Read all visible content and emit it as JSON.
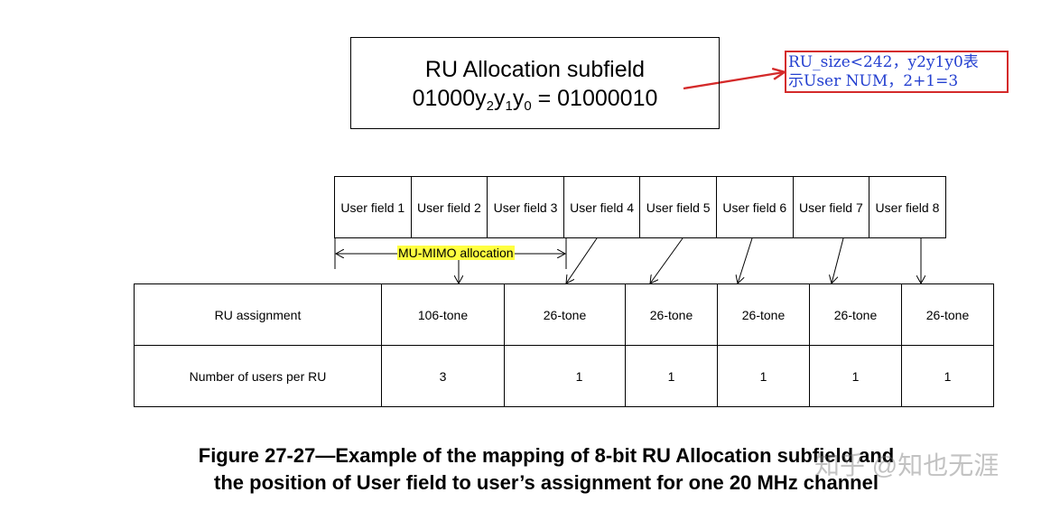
{
  "ru_box": {
    "title": "RU Allocation subfield",
    "formula_prefix": "01000y",
    "sub2": "2",
    "y1": "y",
    "sub1": "1",
    "y0": "y",
    "sub0": "0",
    "formula_suffix": " = 01000010"
  },
  "note": {
    "line1": "RU_size<242，y2y1y0表",
    "line2": "示User NUM，2+1=3",
    "border_color": "#d42a2a",
    "text_color": "#2440d0"
  },
  "user_fields": [
    "User field 1",
    "User field 2",
    "User field 3",
    "User field 4",
    "User field 5",
    "User field 6",
    "User field 7",
    "User field 8"
  ],
  "mu_mimo_label": "MU-MIMO allocation",
  "highlight_color": "#ffff40",
  "table": {
    "row1_header": "RU assignment",
    "row2_header": "Number of users per RU",
    "ru_sizes": [
      "106-tone",
      "26-tone",
      "26-tone",
      "26-tone",
      "26-tone",
      "26-tone"
    ],
    "users": [
      "3",
      "1",
      "1",
      "1",
      "1",
      "1"
    ]
  },
  "caption": {
    "line1": "Figure 27-27—Example of the mapping of 8-bit RU Allocation subfield and",
    "line2": "the position of User field to user’s assignment for one 20 MHz channel"
  },
  "watermark": "知乎 @知也无涯"
}
